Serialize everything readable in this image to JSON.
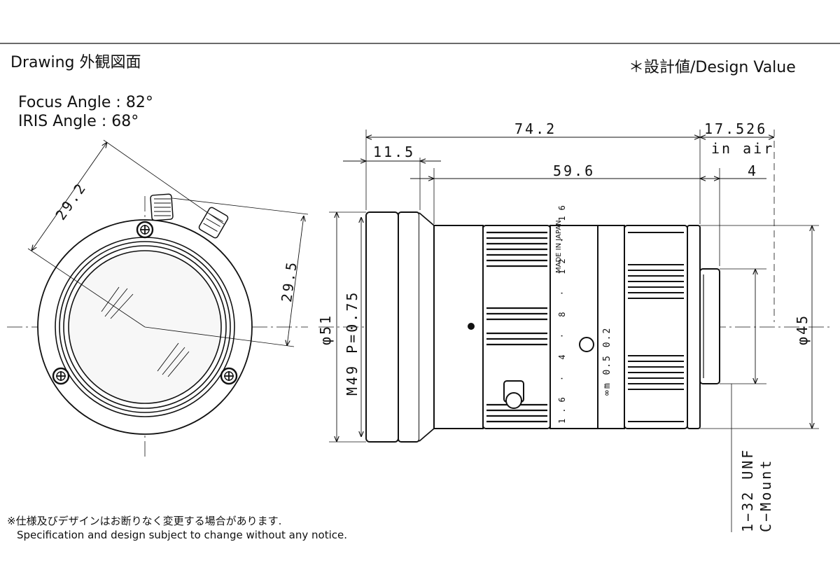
{
  "header": {
    "title": "Drawing  外観図面",
    "design_value_note": "＊設計値/Design Value"
  },
  "angles": {
    "focus": "Focus Angle : 82°",
    "iris": "IRIS Angle : 68°"
  },
  "front_view": {
    "dim_diagonal": "29.2",
    "dim_vertical": "29.5"
  },
  "side_view": {
    "overall_length": "74.2",
    "back_focal": "17.526",
    "back_focal_note": "in air",
    "front_offset": "11.5",
    "body_length": "59.6",
    "mount_depth": "4",
    "diameter_front": "φ51",
    "filter_thread": "M49  P=0.75",
    "diameter_mount": "φ45",
    "mount_thread": "1−32 UNF",
    "mount_type": "C−Mount",
    "engraving_made_in": "MADE IN JAPAN",
    "iris_scale": "1.6 · 4 · 8 · 12 · 16",
    "focus_scale": "∞m   0.5   0.2"
  },
  "footer": {
    "notice_jp": "※仕様及びデザインはお断りなく変更する場合があります.",
    "notice_en": "Specification and design subject to change without any notice."
  },
  "colors": {
    "line": "#111111",
    "lens_tint": "#f4f4f4"
  }
}
